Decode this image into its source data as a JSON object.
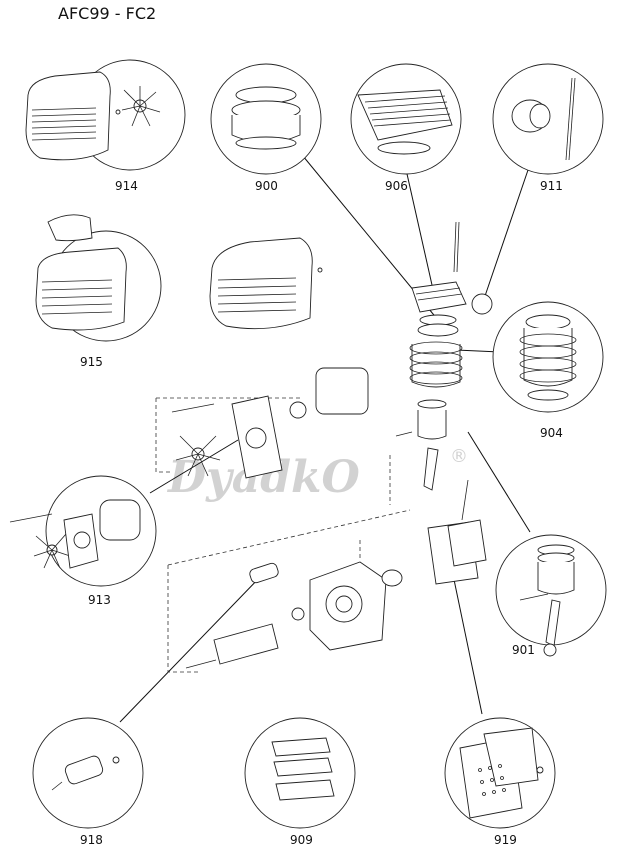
{
  "title": "AFC99 - FC2",
  "watermark": {
    "text": "DyadkO",
    "mark": "®"
  },
  "callouts": [
    {
      "id": "914",
      "label": "914",
      "part": "fan-cover-and-fan"
    },
    {
      "id": "900",
      "label": "900",
      "part": "gasket-kit"
    },
    {
      "id": "906",
      "label": "906",
      "part": "cylinder-head"
    },
    {
      "id": "911",
      "label": "911",
      "part": "air-filter-and-dipstick"
    },
    {
      "id": "915",
      "label": "915",
      "part": "shroud-assembly"
    },
    {
      "id": "904",
      "label": "904",
      "part": "cylinder"
    },
    {
      "id": "913",
      "label": "913",
      "part": "motor-fan-and-stator"
    },
    {
      "id": "901",
      "label": "901",
      "part": "piston-and-connecting-rod"
    },
    {
      "id": "918",
      "label": "918",
      "part": "capacitor"
    },
    {
      "id": "909",
      "label": "909",
      "part": "gaskets"
    },
    {
      "id": "919",
      "label": "919",
      "part": "valve-plate"
    }
  ]
}
